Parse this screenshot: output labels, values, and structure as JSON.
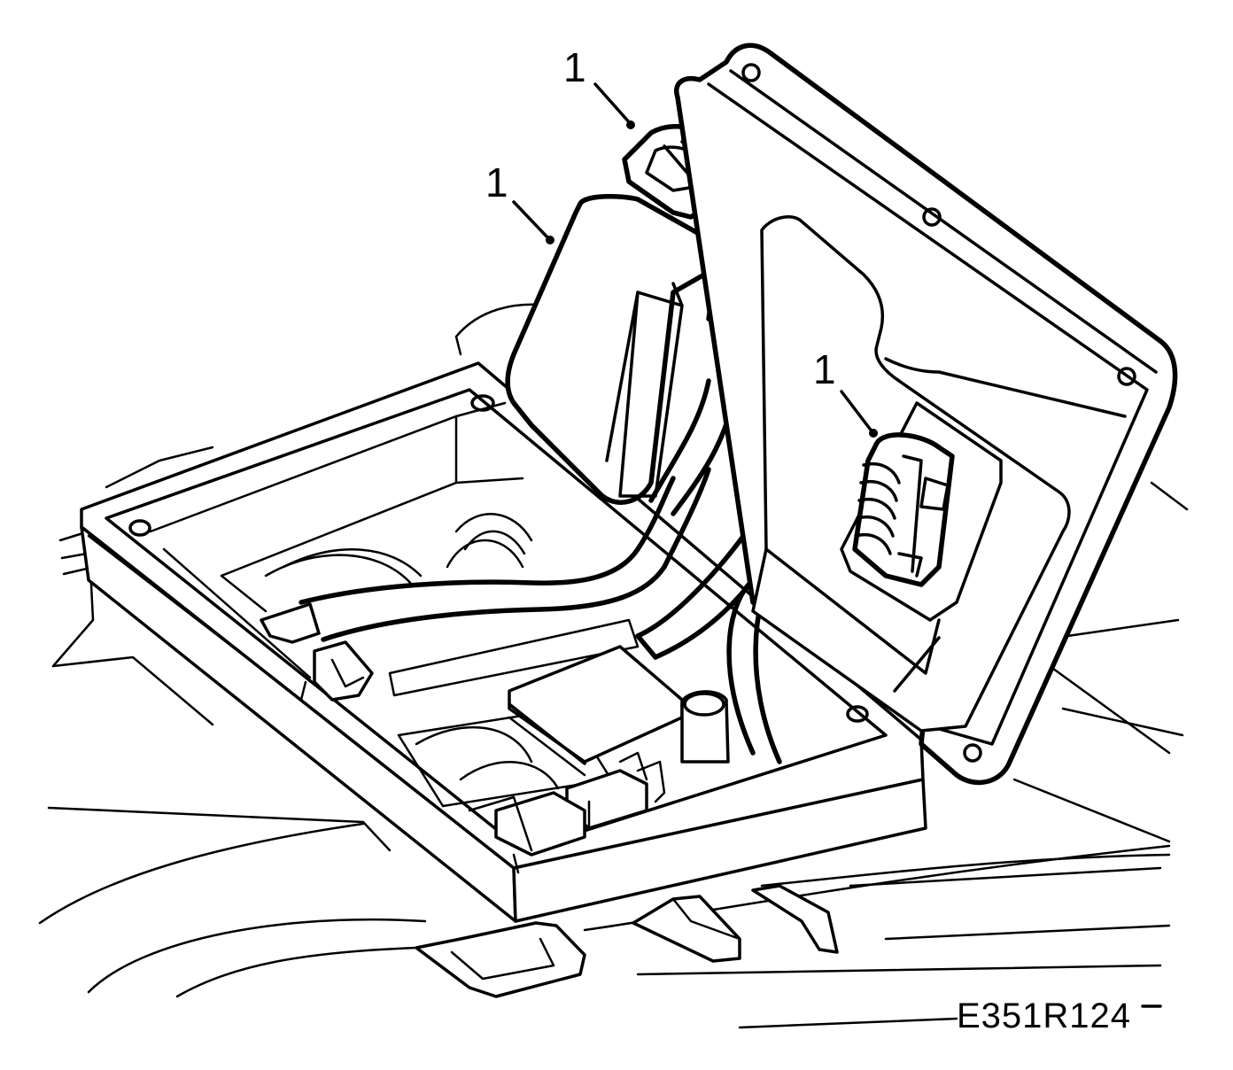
{
  "callouts": [
    {
      "label": "1"
    },
    {
      "label": "1"
    },
    {
      "label": "1"
    }
  ],
  "figure_code": "E351R124"
}
